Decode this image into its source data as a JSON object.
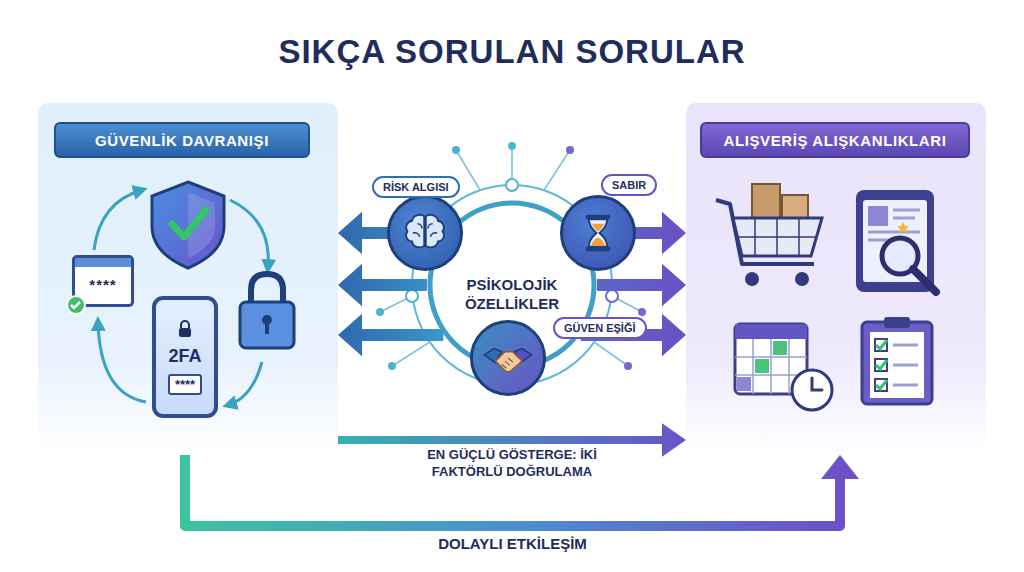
{
  "diagram": {
    "title": "SIKÇA SORULAN SORULAR",
    "nodes": [
      {
        "text": [
          "GÜVENLİK DAVRANIŞI"
        ]
      },
      {
        "text": [
          "****"
        ],
        "in": 0
      },
      {
        "text": [
          "2FA",
          "****"
        ],
        "in": 0
      },
      {
        "text": [
          "ALIŞVERİŞ ALIŞKANLIKLARI"
        ]
      },
      {
        "text": [
          "PSİKOLOJİK ÖZELLİKLER"
        ]
      },
      {
        "text": [
          "RİSK ALGISI"
        ]
      },
      {
        "text": [
          "SABIR"
        ]
      },
      {
        "text": [
          "GÜVEN EŞİĞİ"
        ]
      }
    ],
    "edges": [
      {
        "from": 4,
        "to": 0,
        "arrow": "to"
      },
      {
        "from": 4,
        "to": 0,
        "arrow": "to"
      },
      {
        "from": 4,
        "to": 0,
        "arrow": "to"
      },
      {
        "from": 4,
        "to": 3,
        "arrow": "to"
      },
      {
        "from": 4,
        "to": 3,
        "arrow": "to"
      },
      {
        "from": 4,
        "to": 3,
        "arrow": "to"
      },
      {
        "from": 0,
        "to": 3,
        "arrow": "to",
        "label": "EN GÜÇLÜ GÖSTERGE: İKİ FAKTÖRLÜ DOĞRULAMA"
      },
      {
        "from": 0,
        "to": 3,
        "arrow": "to",
        "label": "DOLAYLI ETKİLEŞİM"
      }
    ]
  }
}
